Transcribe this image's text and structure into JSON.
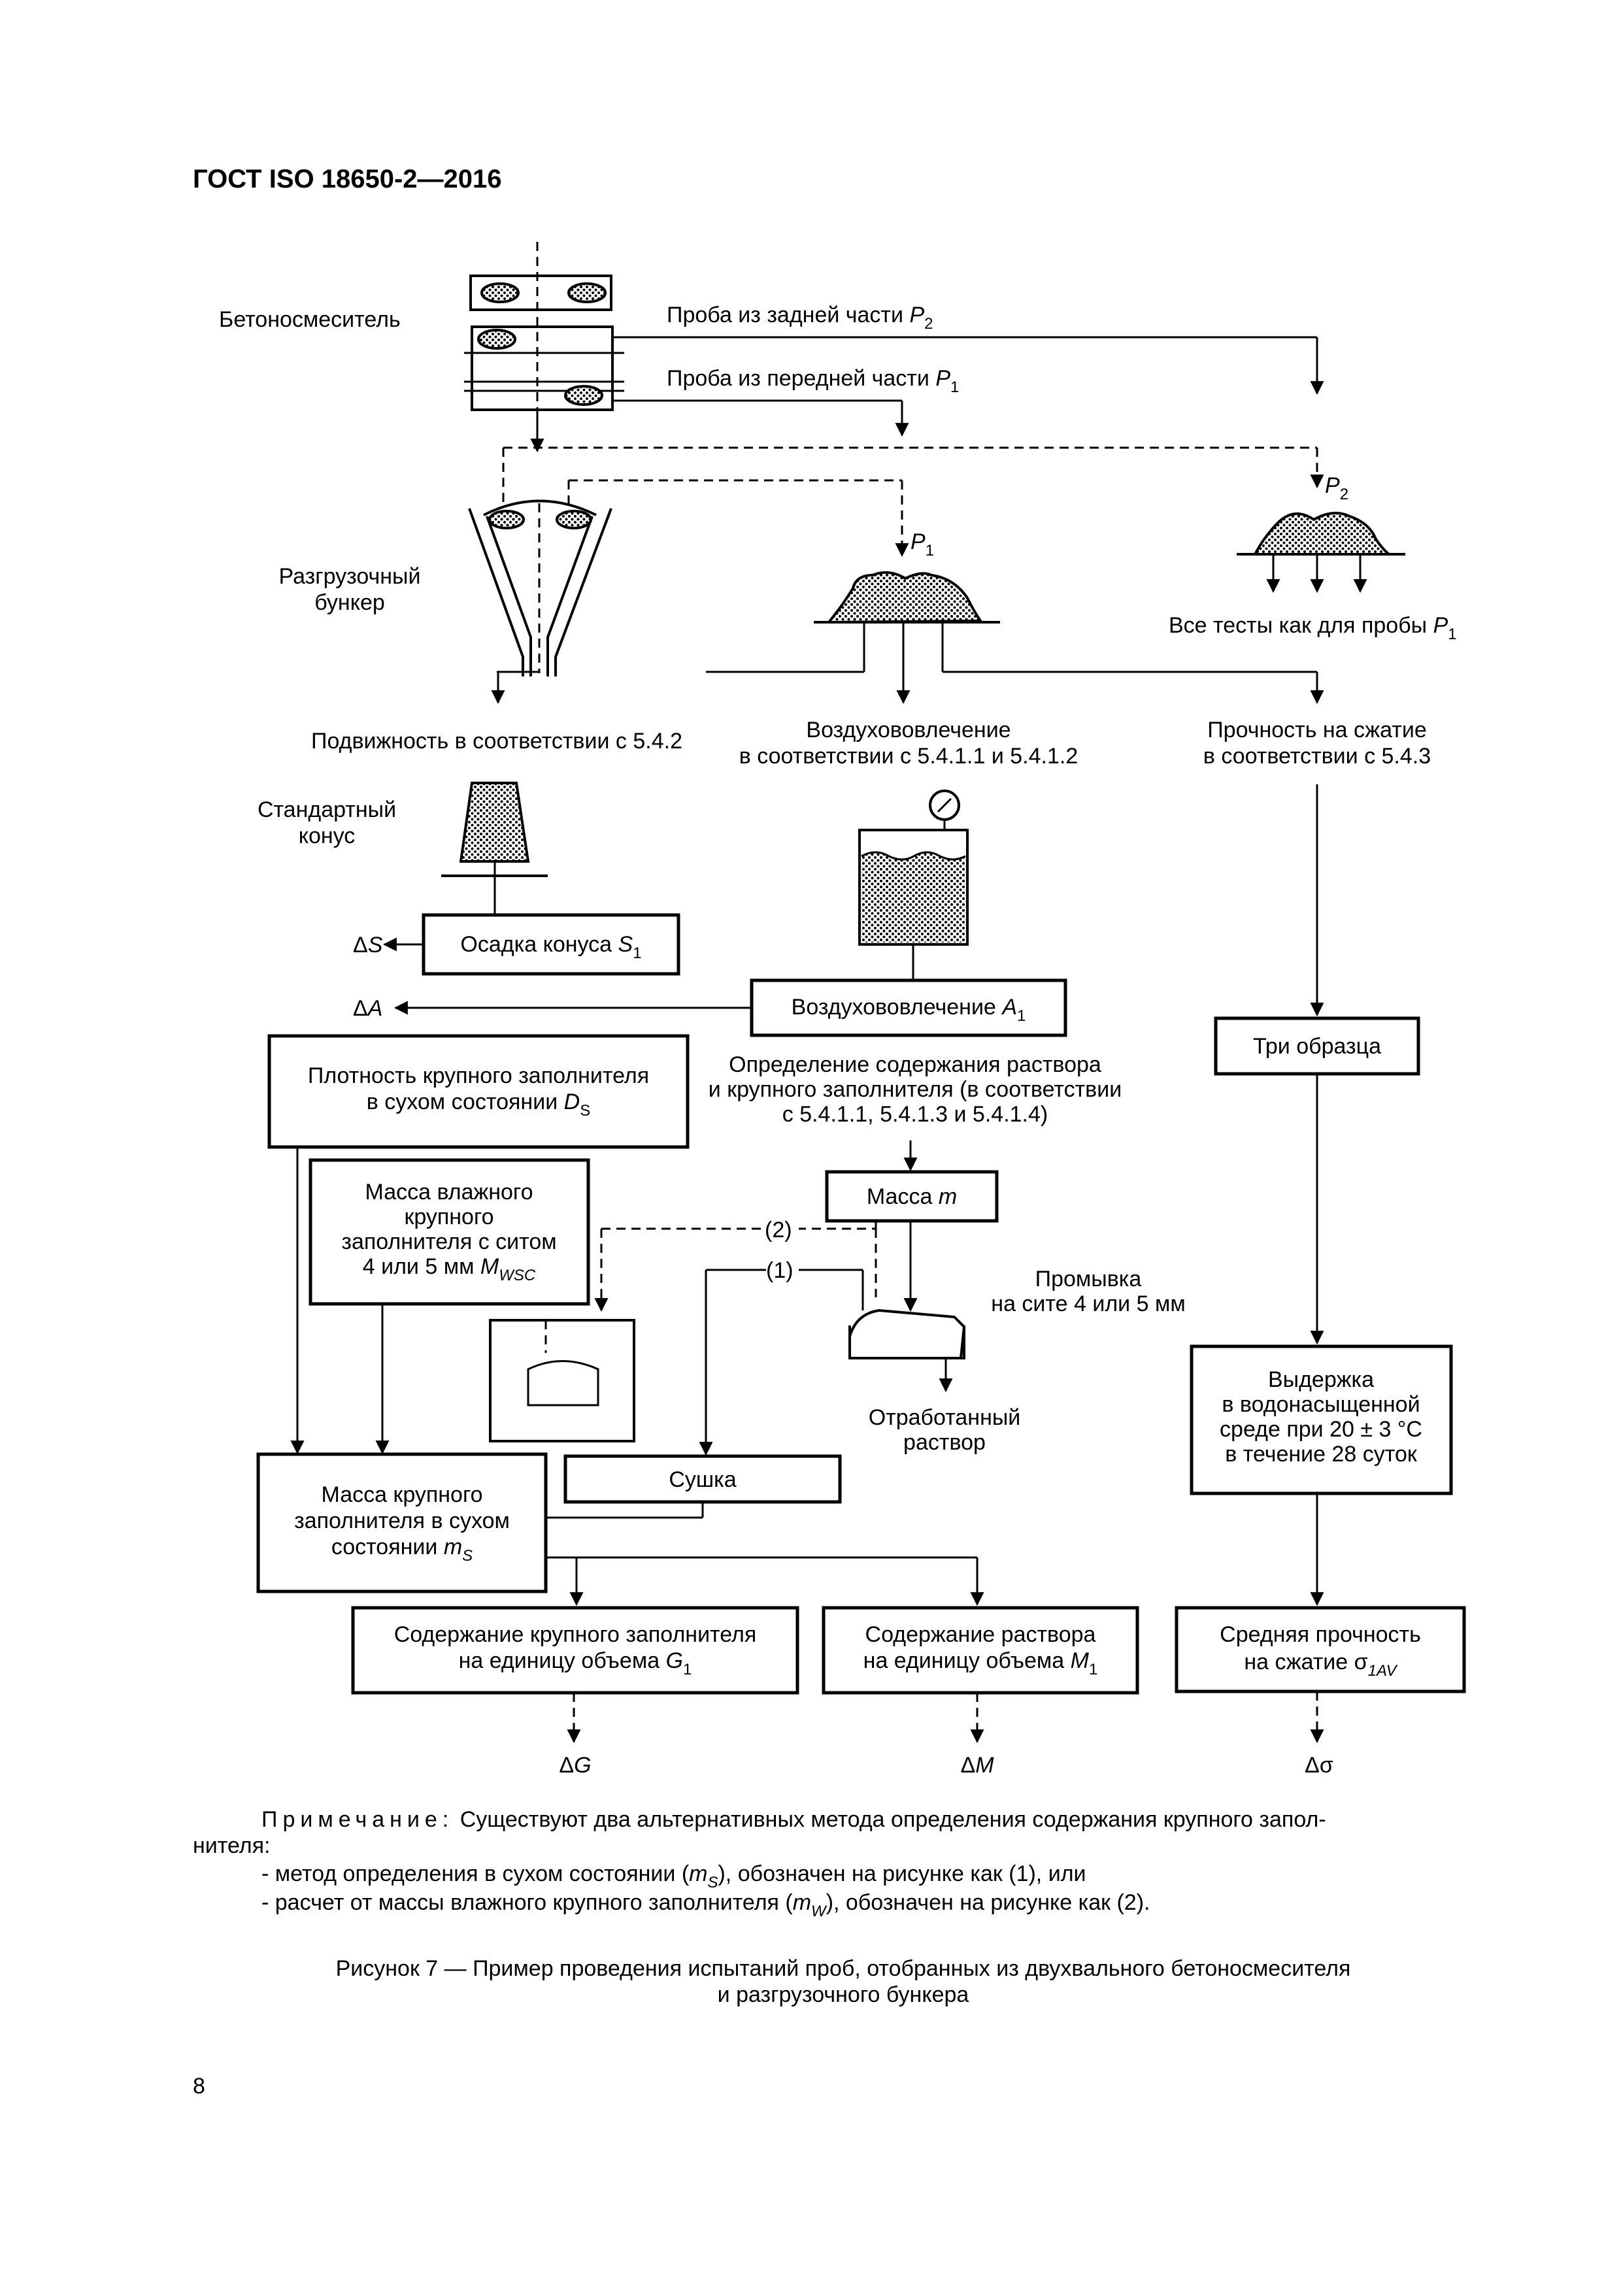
{
  "header": {
    "title": "ГОСТ ISO 18650-2—2016"
  },
  "labels": {
    "mixer": "Бетоносмеситель",
    "sample_back": "Проба из задней части",
    "sample_front": "Проба из передней части",
    "p_letter": "P",
    "sub1": "1",
    "sub2": "2",
    "hopper_line1": "Разгрузочный",
    "hopper_line2": "бункер",
    "all_tests": "Все тесты как для пробы",
    "slump_method": "Подвижность в соответствии с 5.4.2",
    "air_line1": "Воздухововлечение",
    "air_line2": "в соответствии с 5.4.1.1 и 5.4.1.2",
    "strength_line1": "Прочность на сжатие",
    "strength_line2": "в соответствии с 5.4.3",
    "cone_line1": "Стандартный",
    "cone_line2": "конус",
    "mortar_line1": "Определение содержания раствора",
    "mortar_line2": "и крупного заполнителя (в соответствии",
    "mortar_line3": "с 5.4.1.1, 5.4.1.3 и 5.4.1.4)",
    "wash_line1": "Промывка",
    "wash_line2": "на сите 4 или 5 мм",
    "waste_line1": "Отработанный",
    "waste_line2": "раствор",
    "path2": "(2)",
    "path1": "(1)"
  },
  "boxes": {
    "slump": {
      "text": "Осадка конуса",
      "var": "S",
      "sub": "1"
    },
    "air": {
      "text": "Воздухововлечение",
      "var": "A",
      "sub": "1"
    },
    "density": {
      "line1": "Плотность крупного заполнителя",
      "line2": "в сухом состоянии",
      "var": "D",
      "sub": "S"
    },
    "wet_mass": {
      "line1": "Масса влажного",
      "line2": "крупного",
      "line3": "заполнителя с ситом",
      "line4": "4 или 5 мм",
      "var": "M",
      "sub": "WSC"
    },
    "mass_m": {
      "text": "Масса",
      "var": "m"
    },
    "dry_mass": {
      "line1": "Масса крупного",
      "line2": "заполнителя в сухом",
      "line3": "состоянии",
      "var": "m",
      "sub": "S"
    },
    "drying": {
      "text": "Сушка"
    },
    "coarse_content": {
      "line1": "Содержание крупного заполнителя",
      "line2": "на единицу объема",
      "var": "G",
      "sub": "1"
    },
    "mortar_content": {
      "line1": "Содержание раствора",
      "line2": "на единицу объема",
      "var": "M",
      "sub": "1"
    },
    "three_samples": {
      "text": "Три образца"
    },
    "curing": {
      "line1": "Выдержка",
      "line2": "в водонасыщенной",
      "line3": "среде при 20 ± 3 °C",
      "line4": "в течение 28 суток"
    },
    "avg_strength": {
      "line1": "Средняя прочность",
      "line2": "на сжатие σ",
      "sub": "1AV"
    }
  },
  "outputs": {
    "delta": "Δ",
    "dS": "S",
    "dA": "A",
    "dG": "G",
    "dM": "M",
    "dsigma": "Δσ"
  },
  "note": {
    "title": "Примечание:",
    "text_line1": "Существуют два альтернативных метода определения содержания крупного запол-",
    "text_line2": "нителя:",
    "item1_before": "- метод определения в сухом состоянии (",
    "item1_var": "m",
    "item1_sub": "S",
    "item1_after": "), обозначен на рисунке как (1), или",
    "item2_before": "- расчет от массы влажного крупного заполнителя (",
    "item2_var": "m",
    "item2_sub": "W",
    "item2_after": "), обозначен на рисунке как (2)."
  },
  "caption": {
    "line1": "Рисунок  7 — Пример проведения испытаний проб, отобранных из двухвального бетоносмесителя",
    "line2": "и разгрузочного бункера"
  },
  "page_number": "8"
}
